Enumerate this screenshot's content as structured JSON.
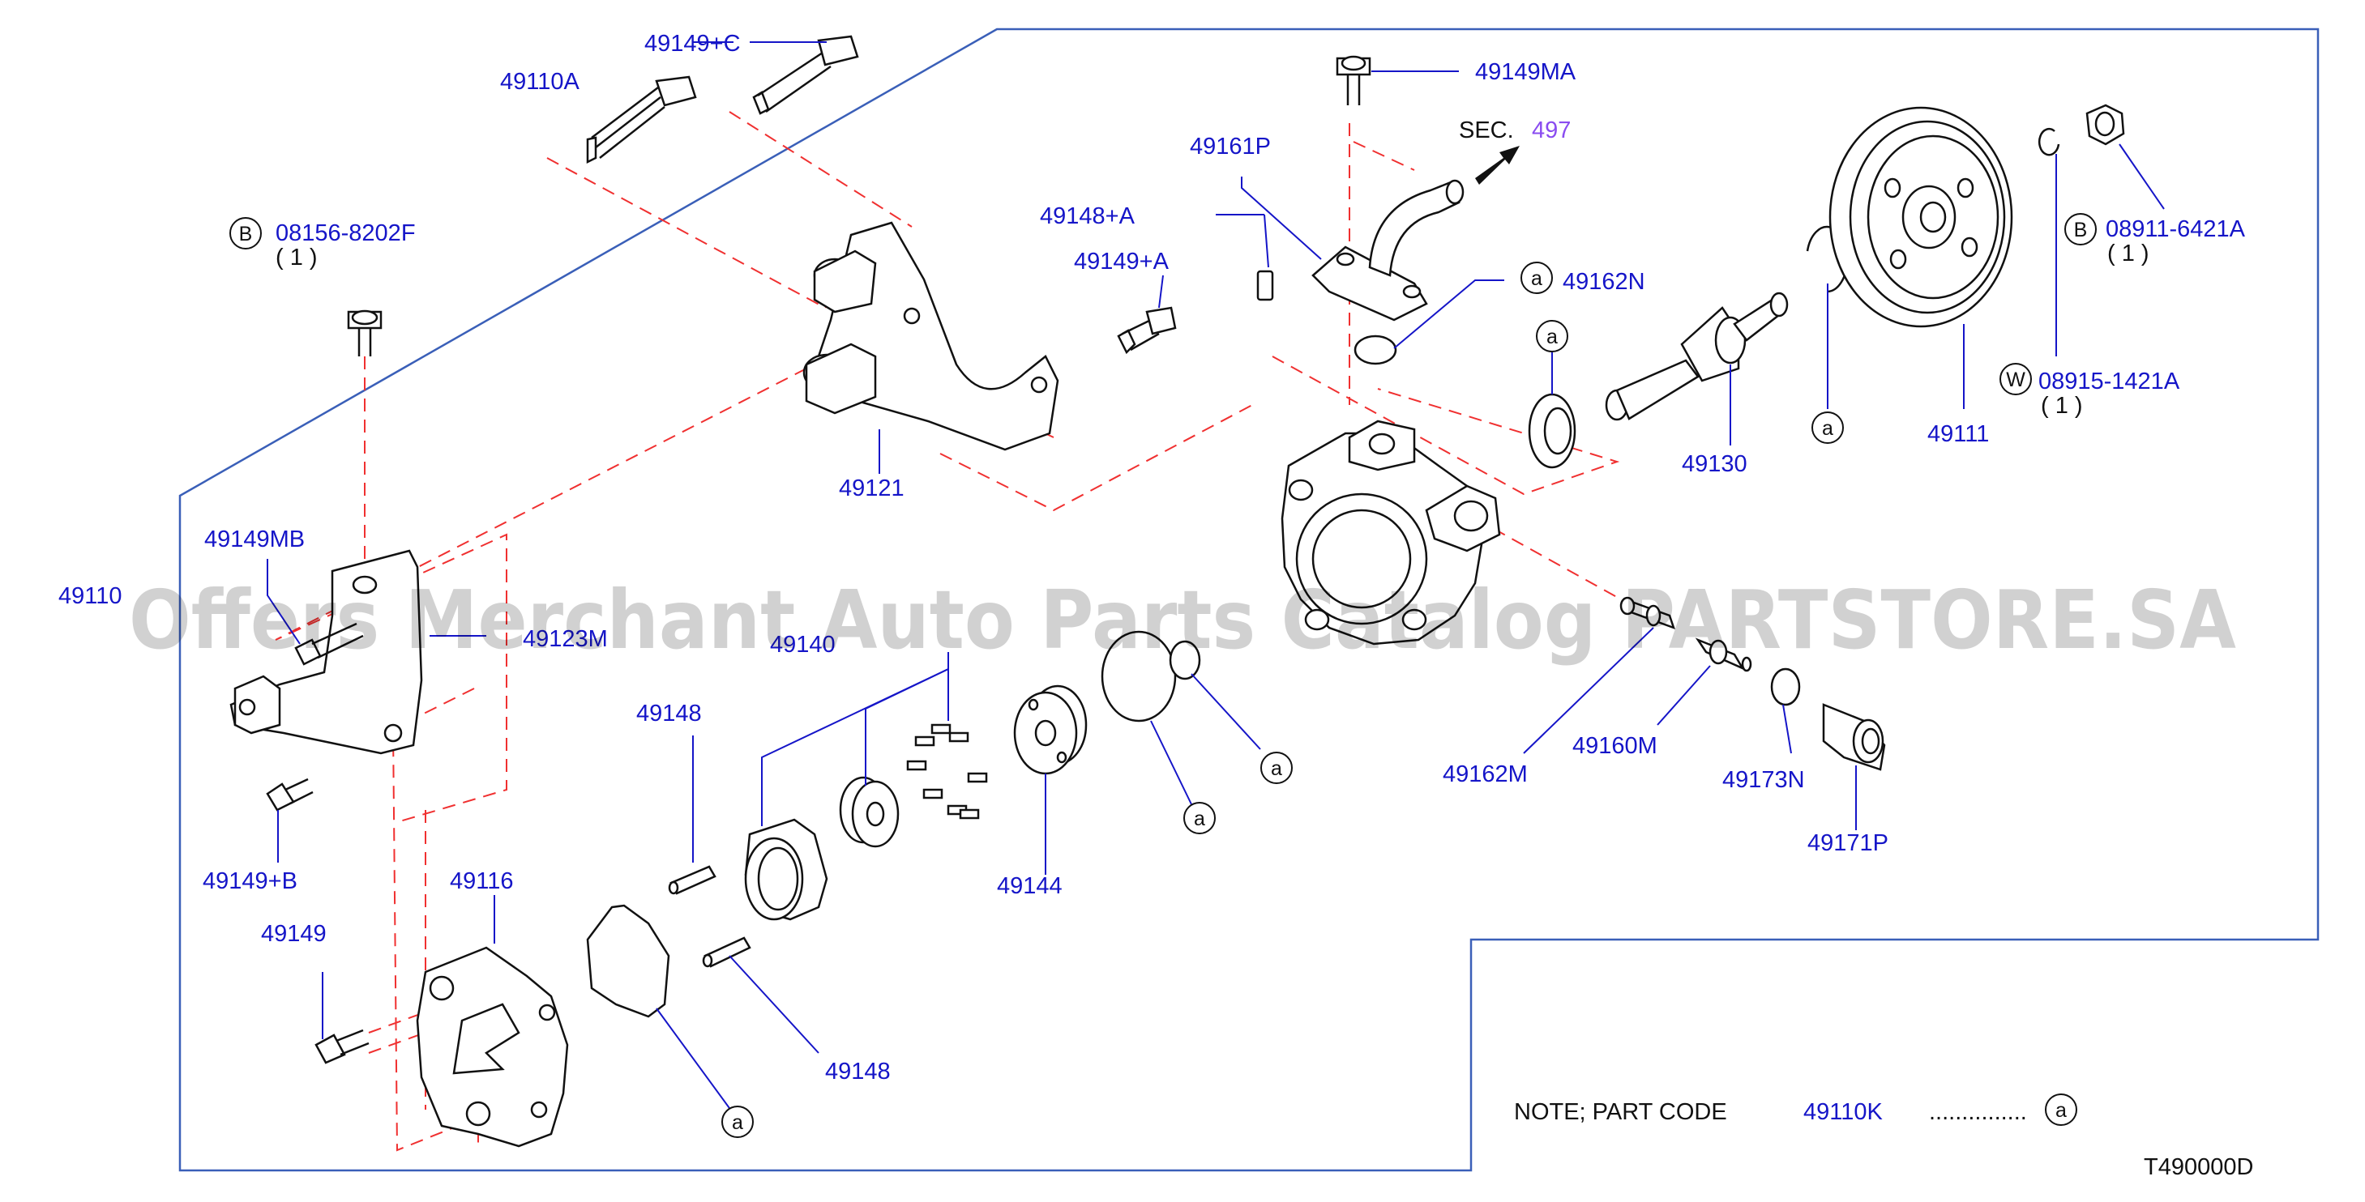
{
  "labels": {
    "p49149c": "49149+C",
    "p49110a": "49110A",
    "p49149ma": "49149MA",
    "sec": "SEC.",
    "sec_num": "497",
    "p49161p": "49161P",
    "p08911": "08911-6421A",
    "p08911_qty": "( 1 )",
    "p08156": "08156-8202F",
    "p08156_qty": "( 1 )",
    "p49148a": "49148+A",
    "p49149a": "49149+A",
    "p49162n": "49162N",
    "p08915": "08915-1421A",
    "p08915_qty": "( 1 )",
    "p49130": "49130",
    "p49111": "49111",
    "p49121": "49121",
    "p49149mb": "49149MB",
    "p49110": "49110",
    "p49123m": "49123M",
    "p49140": "49140",
    "p49148_top": "49148",
    "p49162m": "49162M",
    "p49160m": "49160M",
    "p49173n": "49173N",
    "p49171p": "49171P",
    "p49149b": "49149+B",
    "p49116": "49116",
    "p49144": "49144",
    "p49149": "49149",
    "p49148_bot": "49148",
    "note": "NOTE;  PART  CODE",
    "note_code": "49110K",
    "note_dots": "...............",
    "diagram_id": "T490000D"
  },
  "callouts": {
    "a": "a",
    "b": "B",
    "w": "W"
  },
  "watermark": "Offers Merchant Auto Parts Catalog PARTSTORE.SA",
  "colors": {
    "label": "#1515c8",
    "dashed_line": "#f03030",
    "frame": "#3a5fb8",
    "sec_number": "#8a4cf0"
  }
}
